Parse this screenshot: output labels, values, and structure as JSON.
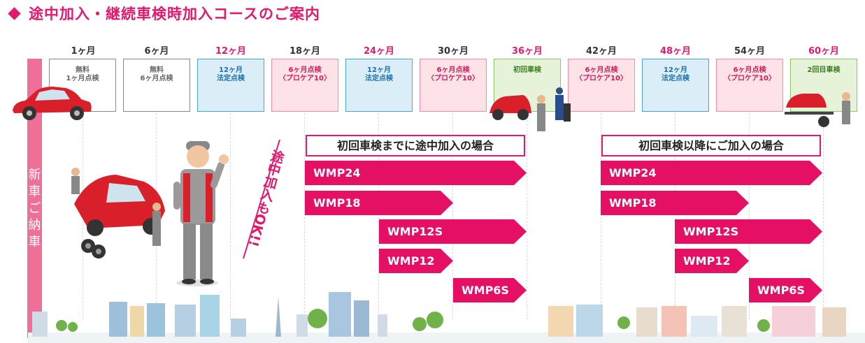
{
  "title": "途中加入・継続車検時加入コースのご案内",
  "sidebar_label": [
    "新",
    "車",
    "ご",
    "納",
    "車"
  ],
  "timeline": [
    {
      "month": "1ヶ月",
      "box": [
        "無料",
        "1ヶ月点検"
      ],
      "style": "plain",
      "month_color": "dark"
    },
    {
      "month": "6ヶ月",
      "box": [
        "無料",
        "6ヶ月点検"
      ],
      "style": "plain",
      "month_color": "dark"
    },
    {
      "month": "12ヶ月",
      "box": [
        "12ヶ月",
        "法定点検"
      ],
      "style": "blue",
      "month_color": "pink"
    },
    {
      "month": "18ヶ月",
      "box": [
        "6ヶ月点検",
        "〈プロケア10〉"
      ],
      "style": "pink",
      "month_color": "dark"
    },
    {
      "month": "24ヶ月",
      "box": [
        "12ヶ月",
        "法定点検"
      ],
      "style": "blue",
      "month_color": "pink"
    },
    {
      "month": "30ヶ月",
      "box": [
        "6ヶ月点検",
        "〈プロケア10〉"
      ],
      "style": "pink",
      "month_color": "dark"
    },
    {
      "month": "36ヶ月",
      "box": [
        "初回車検"
      ],
      "style": "green",
      "month_color": "pink"
    },
    {
      "month": "42ヶ月",
      "box": [
        "6ヶ月点検",
        "〈プロケア10〉"
      ],
      "style": "pink",
      "month_color": "dark"
    },
    {
      "month": "48ヶ月",
      "box": [
        "12ヶ月",
        "法定点検"
      ],
      "style": "blue",
      "month_color": "pink"
    },
    {
      "month": "54ヶ月",
      "box": [
        "6ヶ月点検",
        "〈プロケア10〉"
      ],
      "style": "pink",
      "month_color": "dark"
    },
    {
      "month": "60ヶ月",
      "box": [
        "2回目車検"
      ],
      "style": "green",
      "month_color": "pink"
    }
  ],
  "okay_text": "途中加入もOK!!",
  "left_section": {
    "header": "初回車検までに途中加入の場合",
    "plans": [
      "WMP24",
      "WMP18",
      "WMP12S",
      "WMP12",
      "WMP6S"
    ]
  },
  "right_section": {
    "header": "初回車検以降にご加入の場合",
    "plans": [
      "WMP24",
      "WMP18",
      "WMP12S",
      "WMP12",
      "WMP6S"
    ]
  },
  "colors": {
    "accent": "#e2196e",
    "arrow": "#e50f63",
    "sidebar": "#ee6f98"
  }
}
